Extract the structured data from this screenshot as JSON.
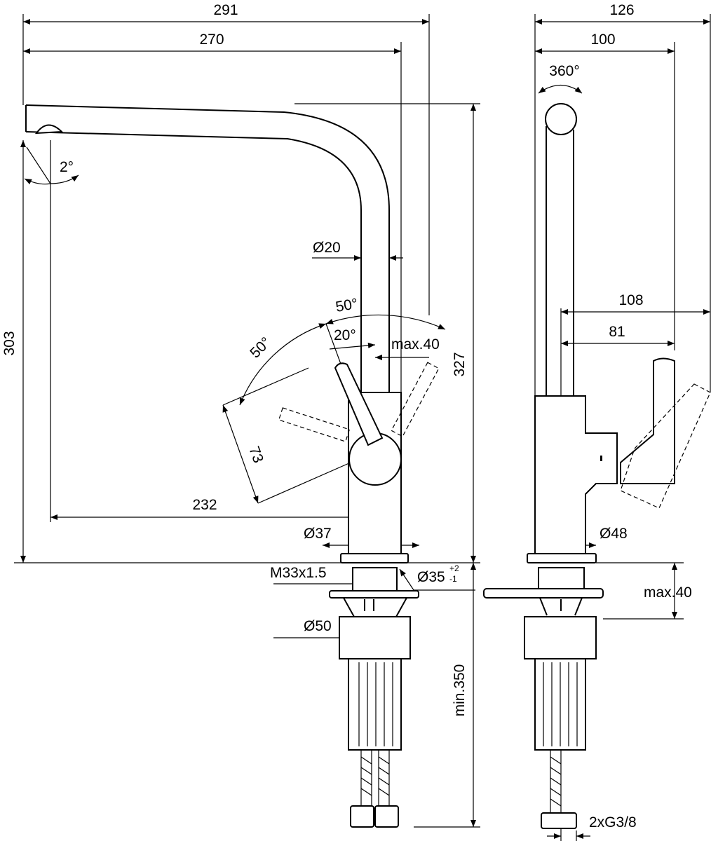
{
  "drawing": {
    "front_view": {
      "overall_width": "291",
      "spout_reach": "270",
      "spout_angle": "2°",
      "spout_diameter": "Ø20",
      "lever_angle_outer": "50°",
      "lever_angle_left": "50°",
      "lever_angle_inner": "20°",
      "lever_max": "max.40",
      "lever_length": "73",
      "outlet_to_axis": "232",
      "spout_height": "303",
      "overall_height": "327",
      "body_diameter": "Ø37",
      "thread": "M33x1.5",
      "hole_diameter": "Ø35",
      "hole_tol_plus": "+2",
      "hole_tol_minus": "-1",
      "nut_diameter": "Ø50",
      "min_clearance": "min.350"
    },
    "side_view": {
      "overall_depth": "126",
      "spout_offset": "100",
      "rotation": "360°",
      "lever_reach": "108",
      "lever_body": "81",
      "base_diameter": "Ø48",
      "deck_max": "max.40",
      "connections": "2xG3/8"
    }
  }
}
